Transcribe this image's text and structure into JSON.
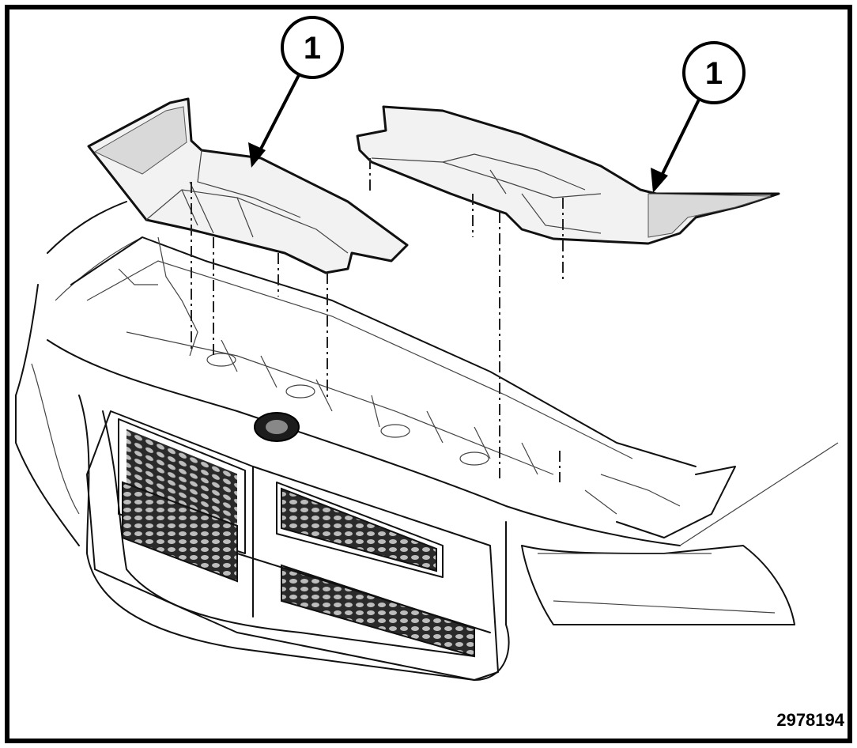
{
  "callouts": [
    {
      "label": "1"
    },
    {
      "label": "1"
    }
  ],
  "figure_id": "2978194"
}
